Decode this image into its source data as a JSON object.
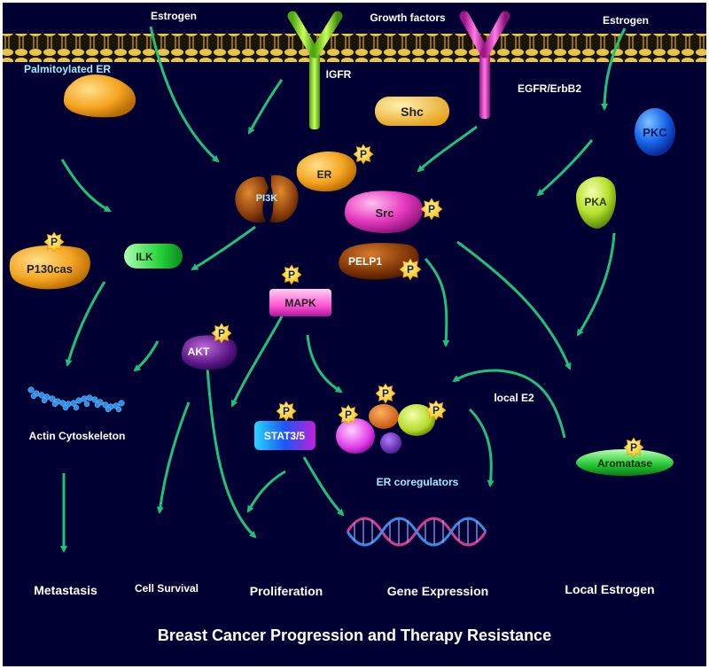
{
  "labels": {
    "estrogen_left": "Estrogen",
    "growth_factors": "Growth factors",
    "estrogen_right": "Estrogen",
    "palmitoylated_er": "Palmitoylated ER",
    "igfr": "IGFR",
    "egfr": "EGFR/ErbB2",
    "shc": "Shc",
    "pkc": "PKC",
    "er": "ER",
    "pi3k": "PI3K",
    "src": "Src",
    "pka": "PKA",
    "p130cas": "P130cas",
    "ilk": "ILK",
    "pelp1": "PELP1",
    "mapk": "MAPK",
    "akt": "AKT",
    "local_e2": "local E2",
    "actin": "Actin Cytoskeleton",
    "stat": "STAT3/5",
    "er_coregulators": "ER coregulators",
    "aromatase": "Aromatase",
    "p": "P"
  },
  "outcomes": {
    "metastasis": "Metastasis",
    "cell_survival": "Cell Survival",
    "proliferation": "Proliferation",
    "gene_expression": "Gene Expression",
    "local_estrogen": "Local Estrogen"
  },
  "caption": "Breast Cancer Progression and Therapy Resistance",
  "colors": {
    "background": "#000033",
    "membrane": "#b08a14",
    "arrow": "#1fc27a",
    "label_white": "#ffffff",
    "label_cyan": "#9feeff"
  }
}
